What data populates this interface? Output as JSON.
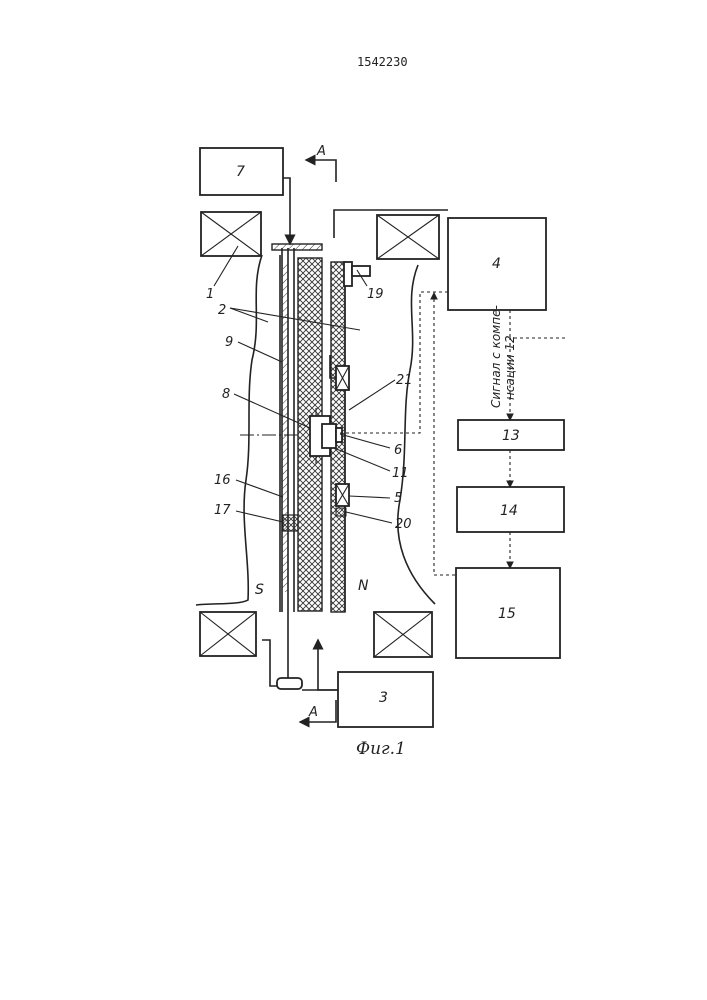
{
  "document": {
    "patent_number": "1542230",
    "figure_caption": "Фиг.1"
  },
  "blocks": {
    "b7": "7",
    "b4": "4",
    "b13": "13",
    "b14": "14",
    "b15": "15",
    "b3": "3"
  },
  "section_marks": {
    "top": "A",
    "bottom": "A"
  },
  "pole_labels": {
    "south": "S",
    "north": "N"
  },
  "callouts": {
    "c1": "1",
    "c2": "2",
    "c9": "9",
    "c8": "8",
    "c16": "16",
    "c17": "17",
    "c19": "19",
    "c21": "21",
    "c6": "6",
    "c11": "11",
    "c5": "5",
    "c20": "20"
  },
  "signal_note": {
    "line1": "Сигнал с компе-",
    "line2": "нсации 12"
  },
  "colors": {
    "ink": "#222222",
    "paper": "#ffffff"
  }
}
